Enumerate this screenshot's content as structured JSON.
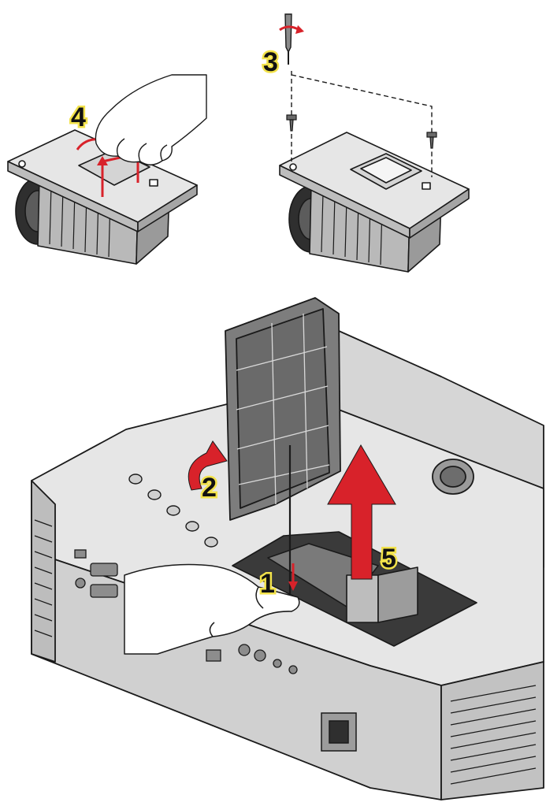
{
  "steps": [
    {
      "number": "1",
      "meaning": "press-release-tab"
    },
    {
      "number": "2",
      "meaning": "open-lamp-cover"
    },
    {
      "number": "3",
      "meaning": "remove-screws"
    },
    {
      "number": "4",
      "meaning": "lift-lamp-handle"
    },
    {
      "number": "5",
      "meaning": "pull-lamp-module-out"
    }
  ],
  "colors": {
    "arrow": "#d8222a",
    "highlight": "#f2e24a",
    "line": "#1a1a1a",
    "body": "#e4e4e4",
    "body_shade": "#c8c8c8",
    "dark": "#555555"
  },
  "icons": [
    "screwdriver-icon",
    "rotate-arrow-icon",
    "hand-icon",
    "screw-icon"
  ]
}
